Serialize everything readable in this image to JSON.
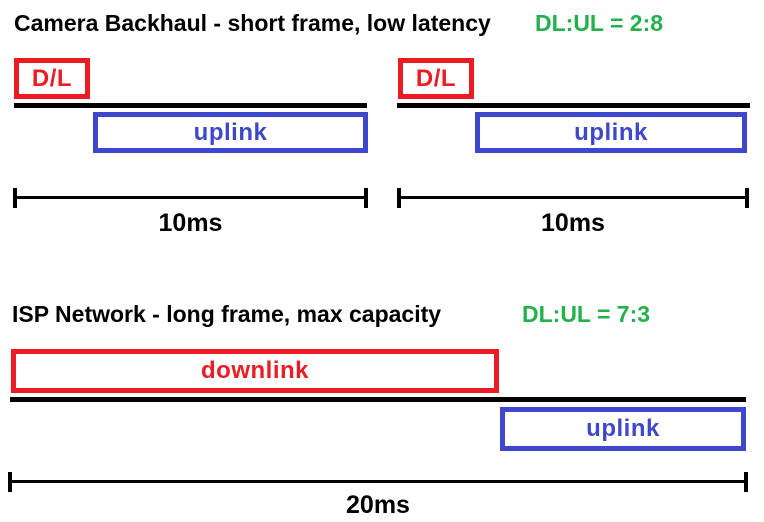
{
  "colors": {
    "downlink_red": "#ED1C24",
    "uplink_blue": "#3F48CC",
    "ratio_green": "#22B14C",
    "timeline_black": "#000000",
    "background": "#ffffff"
  },
  "sections": [
    {
      "title": "Camera Backhaul - short frame, low latency",
      "ratio_label": "DL:UL = 2:8",
      "dl_ul_ratio": "2:8",
      "frames": [
        {
          "downlink_label": "D/L",
          "uplink_label": "uplink",
          "duration_label": "10ms"
        },
        {
          "downlink_label": "D/L",
          "uplink_label": "uplink",
          "duration_label": "10ms"
        }
      ]
    },
    {
      "title": "ISP Network - long frame, max capacity",
      "ratio_label": "DL:UL = 7:3",
      "dl_ul_ratio": "7:3",
      "frames": [
        {
          "downlink_label": "downlink",
          "uplink_label": "uplink",
          "duration_label": "20ms"
        }
      ]
    }
  ]
}
